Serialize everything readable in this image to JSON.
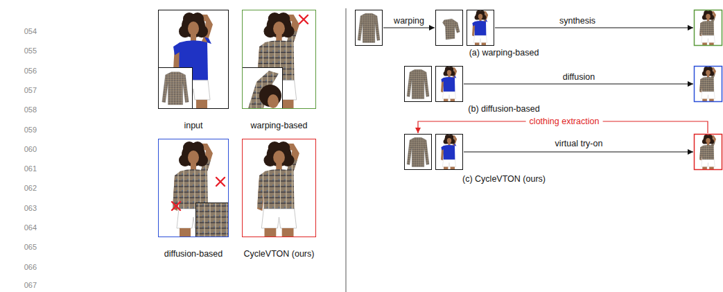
{
  "diagram": {
    "nodes": [
      {
        "text": [
          "input"
        ]
      },
      {
        "text": [
          "warping-based"
        ]
      },
      {
        "text": [
          "diffusion-based"
        ]
      },
      {
        "text": [
          "CycleVTON (ours)"
        ]
      }
    ],
    "labels": [
      "054",
      "055",
      "056",
      "057",
      "058",
      "059",
      "060",
      "061",
      "062",
      "063",
      "064",
      "065",
      "066",
      "067",
      "warping",
      "synthesis",
      "(a) warping-based",
      "diffusion",
      "(b) diffusion-based",
      "clothing extraction",
      "virtual try-on",
      "(c) CycleVTON (ours)"
    ]
  }
}
